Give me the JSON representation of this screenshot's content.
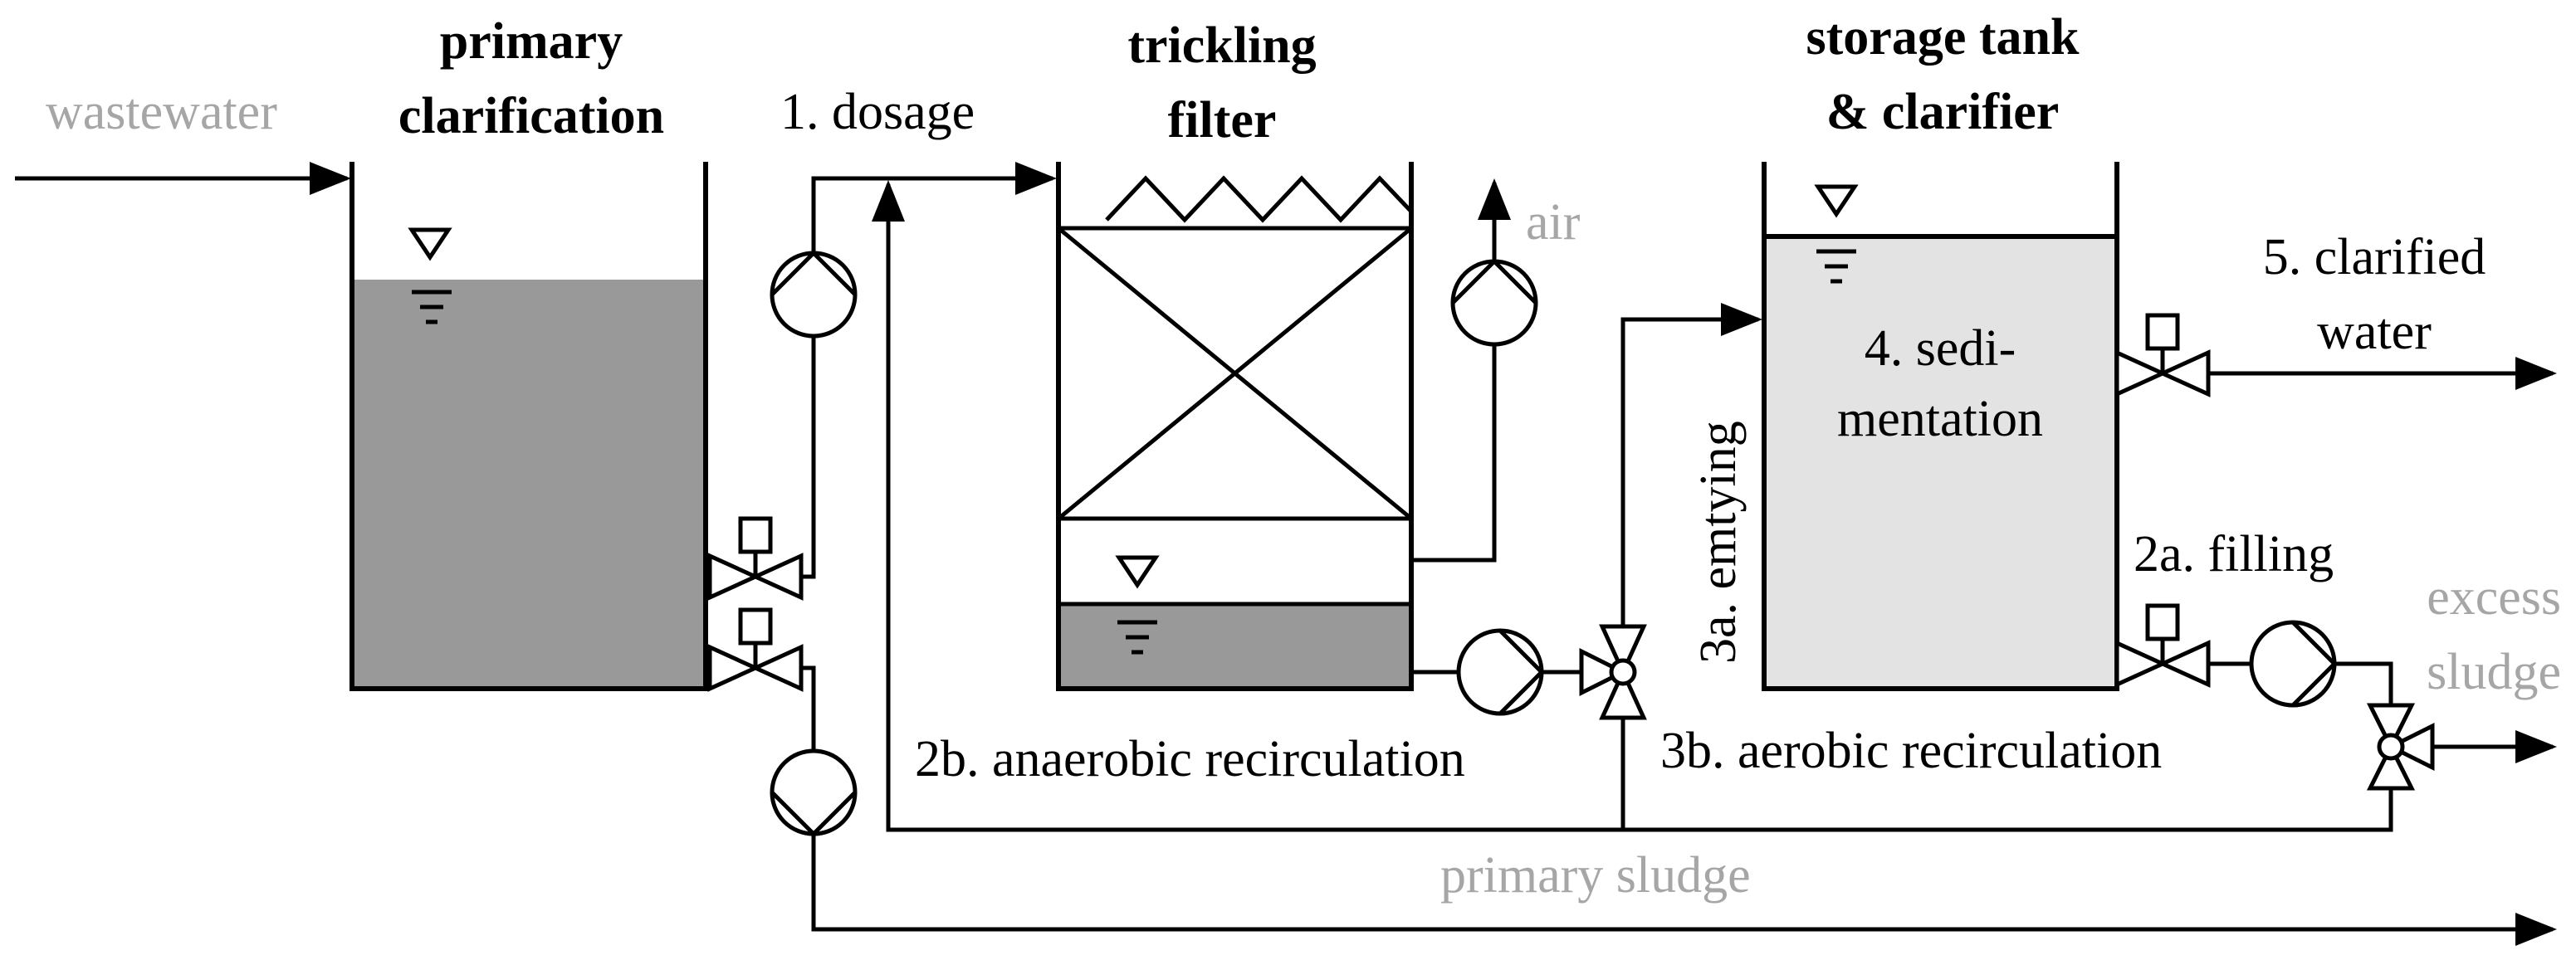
{
  "labels": {
    "wastewater": "wastewater",
    "primary_clarification_1": "primary",
    "primary_clarification_2": "clarification",
    "dosage": "1. dosage",
    "trickling_1": "trickling",
    "trickling_2": "filter",
    "air": "air",
    "storage_1": "storage tank",
    "storage_2": "& clarifier",
    "clarified_1": "5. clarified",
    "clarified_2": "water",
    "sedimentation_1": "4. sedi-",
    "sedimentation_2": "mentation",
    "emptying": "3a. emtying",
    "filling": "2a. filling",
    "excess_1": "excess",
    "excess_2": "sludge",
    "anaerobic": "2b. anaerobic recirculation",
    "aerobic": "3b. aerobic recirculation",
    "primary_sludge": "primary sludge"
  },
  "colors": {
    "primary_tank_fill": "#999999",
    "filter_sump_fill": "#999999",
    "storage_tank_fill": "#e3e3e3",
    "grey_text": "#a6a6a6",
    "line": "#000000"
  }
}
